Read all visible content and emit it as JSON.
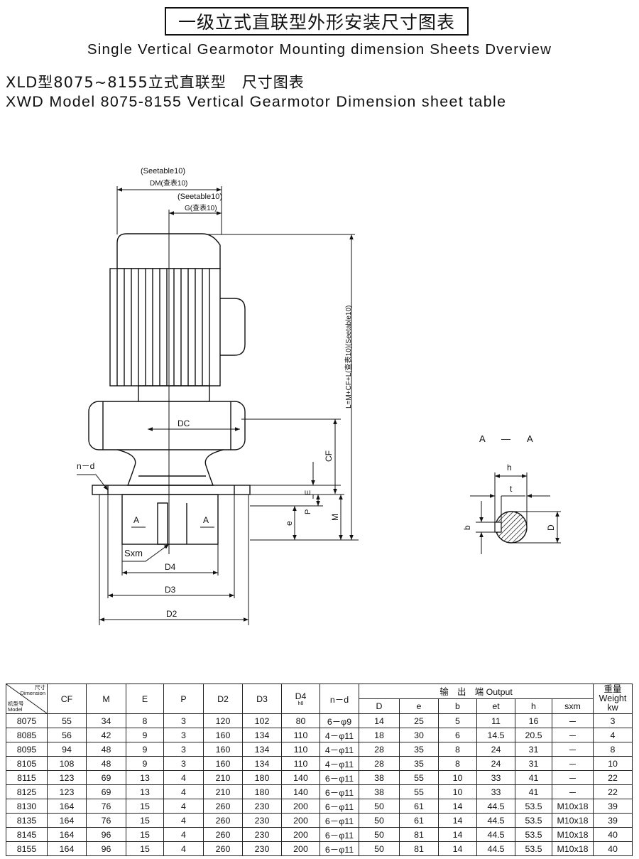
{
  "title_zh": "一级立式直联型外形安装尺寸图表",
  "subtitle_en": "Single Vertical Gearmotor Mounting dimension Sheets Dverview",
  "heading_zh": "XLD型8075~8155立式直联型　尺寸图表",
  "heading_en": "XWD Model 8075-8155 Vertical Gearmotor Dimension sheet table",
  "drawing": {
    "dm_note": "(Seetable10)",
    "dm_label": "DM(查表10)",
    "g_note": "(Seetable10)",
    "g_label": "G(查表10)",
    "l_label": "L=M+CF+L(查表10)(Seetable10)",
    "dc": "DC",
    "cf": "CF",
    "e": "E",
    "p": "P",
    "m": "M",
    "e_small": "e",
    "nd": "n－d",
    "a_left": "A",
    "a_right": "A",
    "sxm": "Sxm",
    "d4": "D4",
    "d3": "D3",
    "d2": "D2",
    "section_title_left": "A",
    "section_title_dash": "—",
    "section_title_right": "A",
    "sec_h": "h",
    "sec_t": "t",
    "sec_b": "b",
    "sec_d": "D"
  },
  "table": {
    "corner_top_line1": "尺寸",
    "corner_top_line2": "Dimension",
    "corner_bottom_line1": "机型号",
    "corner_bottom_line2": "Model",
    "h_cf": "CF",
    "h_m": "M",
    "h_e": "E",
    "h_p": "P",
    "h_d2": "D2",
    "h_d3": "D3",
    "h_d4": "D4",
    "h_d4_sub": "h8",
    "h_nd": "n－d",
    "h_output": "输　出　端 Output",
    "h_weight_zh": "重量",
    "h_weight_en": "Weight",
    "h_weight_unit": "kw",
    "h_D": "D",
    "h_e_small": "e",
    "h_b": "b",
    "h_et": "et",
    "h_h": "h",
    "h_sxm": "sxm",
    "rows": [
      [
        "8075",
        "55",
        "34",
        "8",
        "3",
        "120",
        "102",
        "80",
        "6－φ9",
        "14",
        "25",
        "5",
        "11",
        "16",
        "－",
        "3"
      ],
      [
        "8085",
        "56",
        "42",
        "9",
        "3",
        "160",
        "134",
        "110",
        "4－φ11",
        "18",
        "30",
        "6",
        "14.5",
        "20.5",
        "－",
        "4"
      ],
      [
        "8095",
        "94",
        "48",
        "9",
        "3",
        "160",
        "134",
        "110",
        "4－φ11",
        "28",
        "35",
        "8",
        "24",
        "31",
        "－",
        "8"
      ],
      [
        "8105",
        "108",
        "48",
        "9",
        "3",
        "160",
        "134",
        "110",
        "4－φ11",
        "28",
        "35",
        "8",
        "24",
        "31",
        "－",
        "10"
      ],
      [
        "8115",
        "123",
        "69",
        "13",
        "4",
        "210",
        "180",
        "140",
        "6－φ11",
        "38",
        "55",
        "10",
        "33",
        "41",
        "－",
        "22"
      ],
      [
        "8125",
        "123",
        "69",
        "13",
        "4",
        "210",
        "180",
        "140",
        "6－φ11",
        "38",
        "55",
        "10",
        "33",
        "41",
        "－",
        "22"
      ],
      [
        "8130",
        "164",
        "76",
        "15",
        "4",
        "260",
        "230",
        "200",
        "6－φ11",
        "50",
        "61",
        "14",
        "44.5",
        "53.5",
        "M10x18",
        "39"
      ],
      [
        "8135",
        "164",
        "76",
        "15",
        "4",
        "260",
        "230",
        "200",
        "6－φ11",
        "50",
        "61",
        "14",
        "44.5",
        "53.5",
        "M10x18",
        "39"
      ],
      [
        "8145",
        "164",
        "96",
        "15",
        "4",
        "260",
        "230",
        "200",
        "6－φ11",
        "50",
        "81",
        "14",
        "44.5",
        "53.5",
        "M10x18",
        "40"
      ],
      [
        "8155",
        "164",
        "96",
        "15",
        "4",
        "260",
        "230",
        "200",
        "6－φ11",
        "50",
        "81",
        "14",
        "44.5",
        "53.5",
        "M10x18",
        "40"
      ]
    ]
  }
}
